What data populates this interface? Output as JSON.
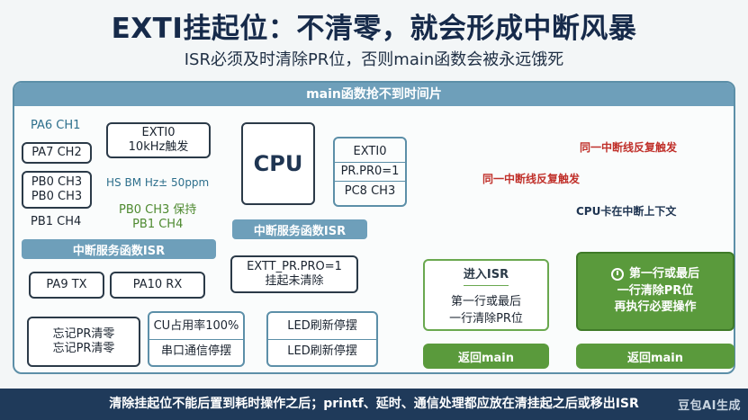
{
  "title": "EXTI挂起位：不清零，就会形成中断风暴",
  "subtitle": "ISR必须及时清除PR位，否则main函数会被永远饿死",
  "panel_title": "main函数抢不到时间片",
  "pins": {
    "pa6": "PA6 CH1",
    "pa7": "PA7 CH2",
    "pb0a": "PB0 CH3",
    "pb0b": "PB0 CH3",
    "pb1": "PB1 CH4"
  },
  "exti_source": {
    "line1": "EXTI0",
    "line2": "10kHz触发"
  },
  "hse_label": "HS BM Hz± 50ppm",
  "hold_label": {
    "line1": "PB0 CH3 保持",
    "line2": "PB1 CH4"
  },
  "cpu": "CPU",
  "exti_state": {
    "line1": "EXTI0",
    "line2": "PR.PR0=1",
    "line3": "PC8 CH3"
  },
  "isr_tab_top": "中断服务函数ISR",
  "storm_labels": {
    "a": "同一中断线反复触发",
    "b": "同一中断线反复触发",
    "c": "CPU卡在中断上下文"
  },
  "isr_section": {
    "tab": "中断服务函数ISR",
    "pa9": "PA9 TX",
    "pa10": "PA10 RX",
    "forget": {
      "line1": "忘记PR清零",
      "line2": "忘记PR清零"
    },
    "cu": {
      "line1": "CU占用率100%",
      "line2": "串口通信停摆"
    },
    "pr_state": {
      "line1": "EXTT_PR.PRO=1",
      "line2": "挂起未清除"
    },
    "led": {
      "line1": "LED刷新停摆",
      "line2": "LED刷新停摆"
    }
  },
  "flow_left": {
    "enter": "进入ISR",
    "body": {
      "line1": "第一行或最后",
      "line2": "一行清除PR位"
    },
    "ret": "返回main"
  },
  "flow_right": {
    "body": {
      "line1": "第一行或最后",
      "line2": "一行清除PR位",
      "line3": "再执行必要操作"
    },
    "ret": "返回main",
    "icon": "stopwatch-icon"
  },
  "footer": "清除挂起位不能后置到耗时操作之后；printf、延时、通信处理都应放在清挂起之后或移出ISR",
  "watermark": "豆包AI生成",
  "colors": {
    "navy": "#162a4a",
    "teal": "#6e9fba",
    "green": "#5a9a3c",
    "storm": "#d23a32"
  }
}
